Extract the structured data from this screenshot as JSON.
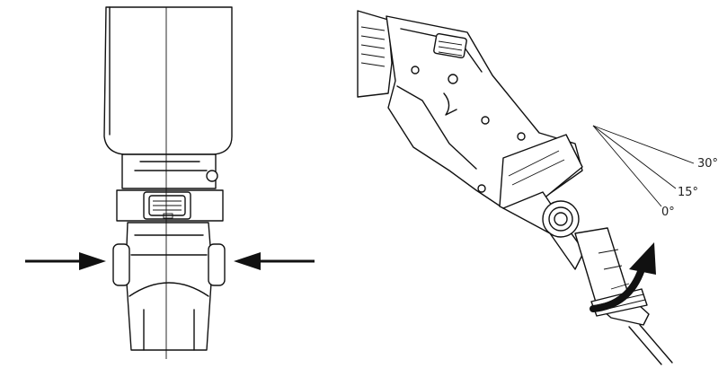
{
  "figure": {
    "left_panel": {
      "icons": [
        "arrow-right-icon",
        "arrow-left-icon"
      ]
    },
    "right_panel": {
      "angle_labels": {
        "a0": "0°",
        "a15": "15°",
        "a30": "30°"
      },
      "icons": [
        "rotation-arrow-icon"
      ]
    }
  }
}
